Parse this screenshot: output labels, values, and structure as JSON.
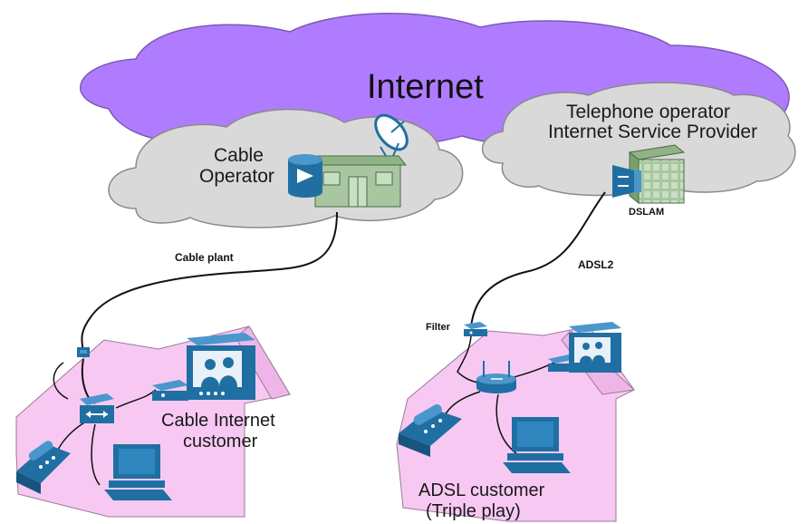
{
  "labels": {
    "internet": "Internet",
    "cable_operator_1": "Cable",
    "cable_operator_2": "Operator",
    "telco_1": "Telephone operator",
    "telco_2": "Internet Service Provider",
    "dslam": "DSLAM",
    "cable_plant": "Cable plant",
    "adsl2": "ADSL2",
    "filter": "Filter",
    "cable_customer_1": "Cable Internet",
    "cable_customer_2": "customer",
    "adsl_customer_1": "ADSL customer",
    "adsl_customer_2": "(Triple play)"
  },
  "colors": {
    "internet_cloud": "#b07cff",
    "operator_cloud": "#d9d9d9",
    "house": "#f7c9f2",
    "equipment": "#1f6fa3",
    "building": "#a8c7a0"
  }
}
